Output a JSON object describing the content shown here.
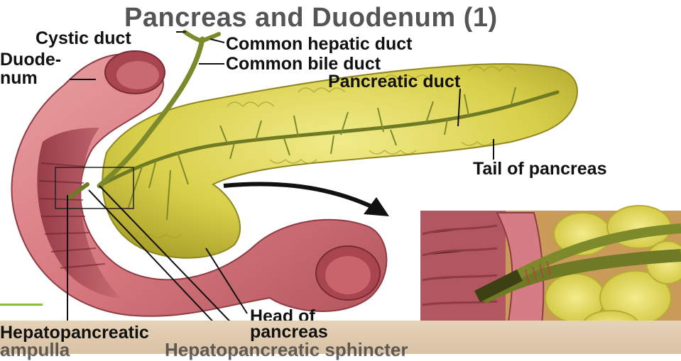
{
  "title": "Pancreas and Duodenum (1)",
  "labels": {
    "cystic_duct": "Cystic duct",
    "common_hepatic_duct": "Common hepatic duct",
    "common_bile_duct": "Common bile duct",
    "duodenum_line1": "Duode-",
    "duodenum_line2": "num",
    "pancreatic_duct": "Pancreatic duct",
    "tail_of_pancreas": "Tail of pancreas",
    "head_of_pancreas_line1": "Head of",
    "head_of_pancreas_line2": "pancreas",
    "hepatopancreatic_ampulla_line1": "Hepatopancreatic",
    "hepatopancreatic_ampulla_line2": "ampulla",
    "hepatopancreatic_sphincter": "Hepatopancreatic sphincter"
  },
  "colors": {
    "pancreas": "#d8cf4a",
    "pancreas_light": "#ece67a",
    "duodenum": "#d9858a",
    "duodenum_dark": "#a8454f",
    "duct": "#7d8a2c",
    "background": "#ffffff",
    "title": "#555555"
  }
}
